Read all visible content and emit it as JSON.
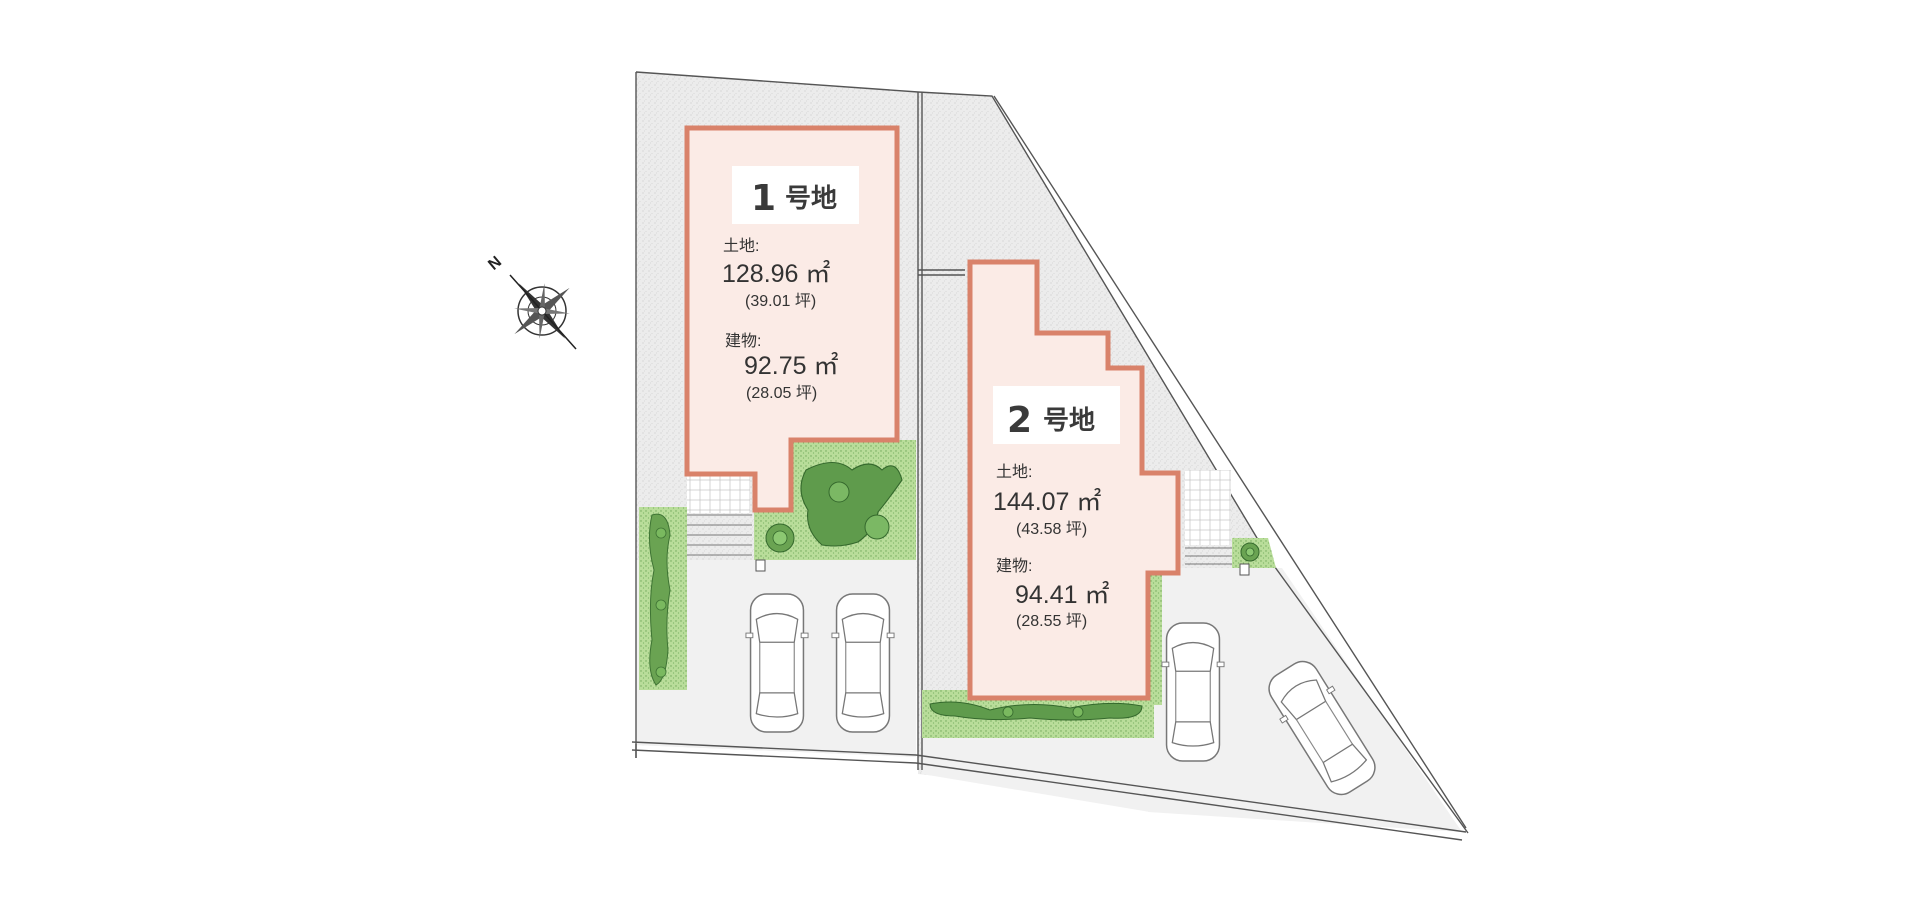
{
  "colors": {
    "background": "#ffffff",
    "gravel": "#ececec",
    "paving": "#f1f1f1",
    "lawn": "#b9dd9a",
    "shrub": "#5f9b4c",
    "building_fill": "#fbebe6",
    "building_stroke": "#d9826a",
    "boundary": "#555555"
  },
  "compass": {
    "label": "N",
    "icon": "compass-rose-icon"
  },
  "lots": [
    {
      "number": "1",
      "name": "号地",
      "land_label": "土地:",
      "land_area": "128.96 ㎡",
      "land_tsubo": "(39.01 坪)",
      "building_label": "建物:",
      "building_area": "92.75 ㎡",
      "building_tsubo": "(28.05 坪)"
    },
    {
      "number": "2",
      "name": "号地",
      "land_label": "土地:",
      "land_area": "144.07 ㎡",
      "land_tsubo": "(43.58 坪)",
      "building_label": "建物:",
      "building_area": "94.41 ㎡",
      "building_tsubo": "(28.55 坪)"
    }
  ],
  "parking": {
    "lot1_spaces": 2,
    "lot2_spaces": 2
  }
}
